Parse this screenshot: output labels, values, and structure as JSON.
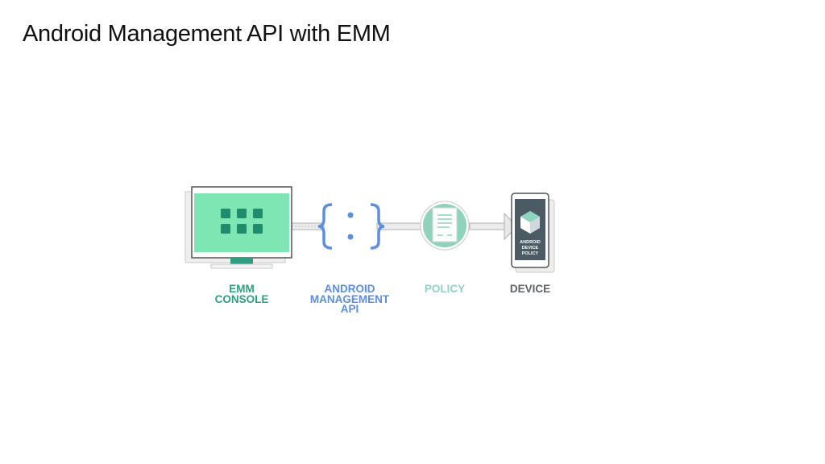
{
  "slide": {
    "title": "Android Management API with EMM"
  },
  "diagram": {
    "emm_console": {
      "label": "EMM\nCONSOLE",
      "color": "#2e9e83"
    },
    "android_management_api": {
      "label": "ANDROID\nMANAGEMENT\nAPI",
      "color": "#5c8ee0"
    },
    "policy": {
      "label": "POLICY",
      "color": "#8fd3bd"
    },
    "device": {
      "label": "DEVICE",
      "color": "#5f6368",
      "screen_text": [
        "ANDROID",
        "DEVICE",
        "POLICY"
      ]
    },
    "colors": {
      "monitor_screen": "#7ee6b3",
      "tiles": "#1f8c6c",
      "connector": "#9e9e9e",
      "policy_circle": "#8fd3bd",
      "device_screen": "#4a5b63"
    }
  }
}
